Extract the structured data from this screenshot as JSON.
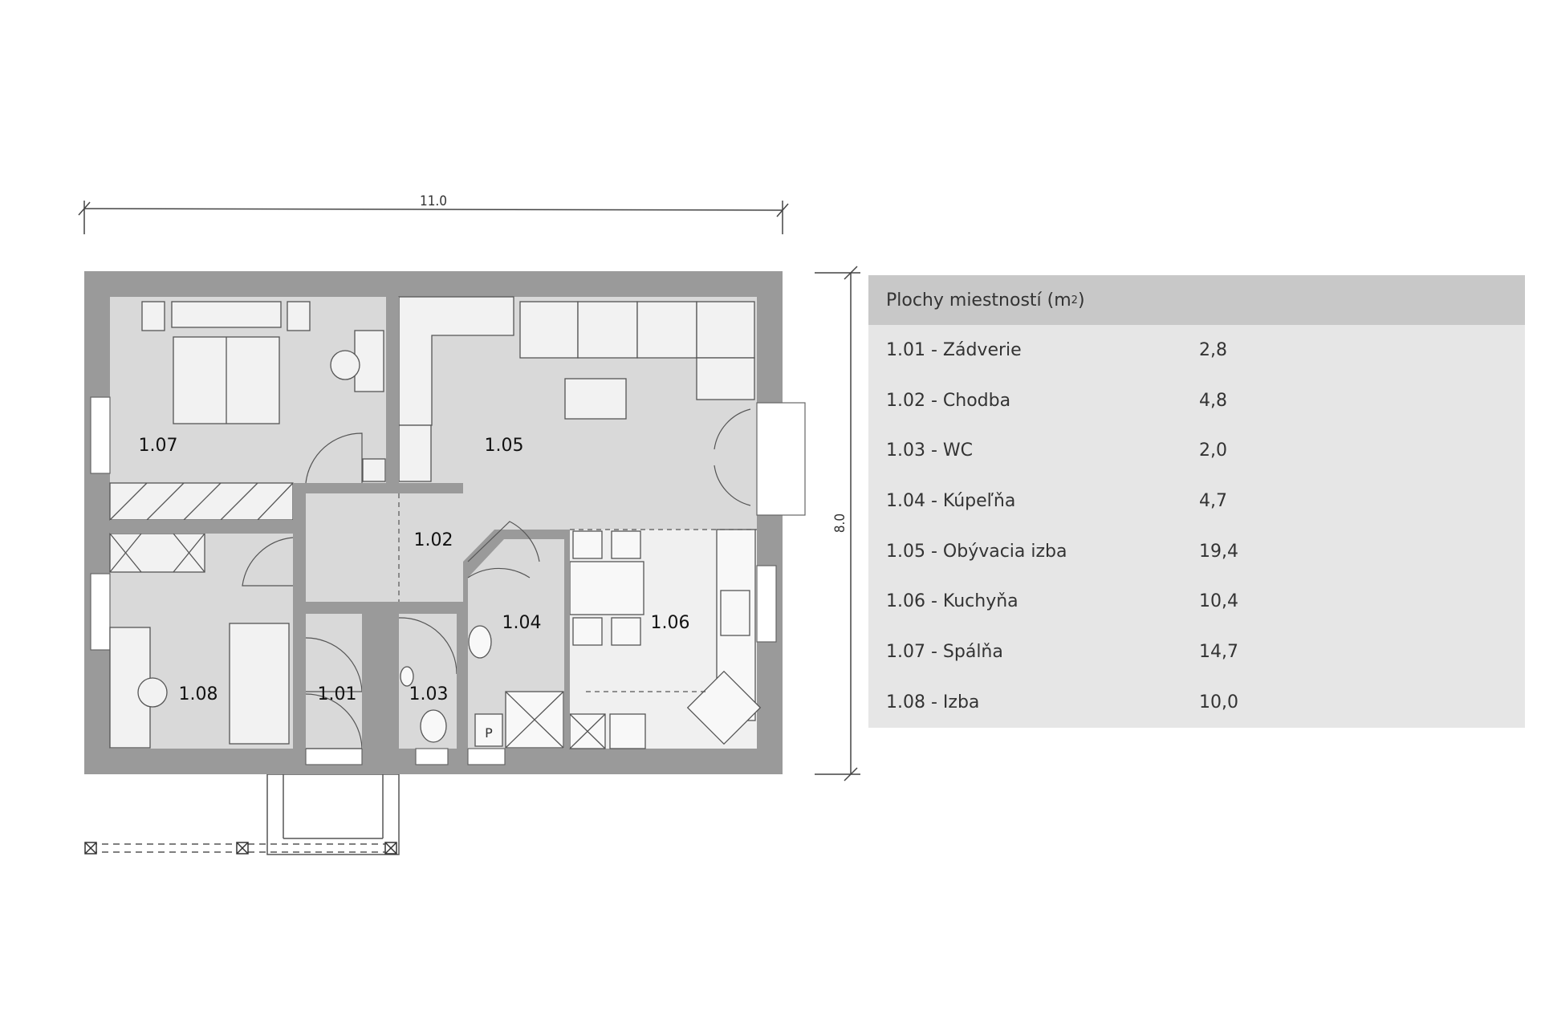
{
  "dimensions": {
    "width": "11.0",
    "height": "8.0"
  },
  "rooms": [
    {
      "id": "1.01"
    },
    {
      "id": "1.02"
    },
    {
      "id": "1.03"
    },
    {
      "id": "1.04"
    },
    {
      "id": "1.05"
    },
    {
      "id": "1.06"
    },
    {
      "id": "1.07"
    },
    {
      "id": "1.08"
    }
  ],
  "table": {
    "title": "Plochy miestností (m",
    "title_sup": "2",
    "title_end": ")",
    "rows": [
      {
        "name": "1.01 - Zádverie",
        "area": "2,8"
      },
      {
        "name": "1.02 - Chodba",
        "area": "4,8"
      },
      {
        "name": "1.03 - WC",
        "area": "2,0"
      },
      {
        "name": "1.04 - Kúpeľňa",
        "area": "4,7"
      },
      {
        "name": "1.05 - Obývacia izba",
        "area": "19,4"
      },
      {
        "name": "1.06 - Kuchyňa",
        "area": "10,4"
      },
      {
        "name": "1.07 - Spálňa",
        "area": "14,7"
      },
      {
        "name": "1.08 - Izba",
        "area": "10,0"
      }
    ]
  },
  "fixtures": {
    "shower_tray_label": "P"
  },
  "colors": {
    "wall": "#9a9a9a",
    "floor": "#d9d9d9",
    "kitchen_floor": "#f0f0f0",
    "table_bg": "#e6e6e6",
    "table_head": "#c8c8c8"
  }
}
